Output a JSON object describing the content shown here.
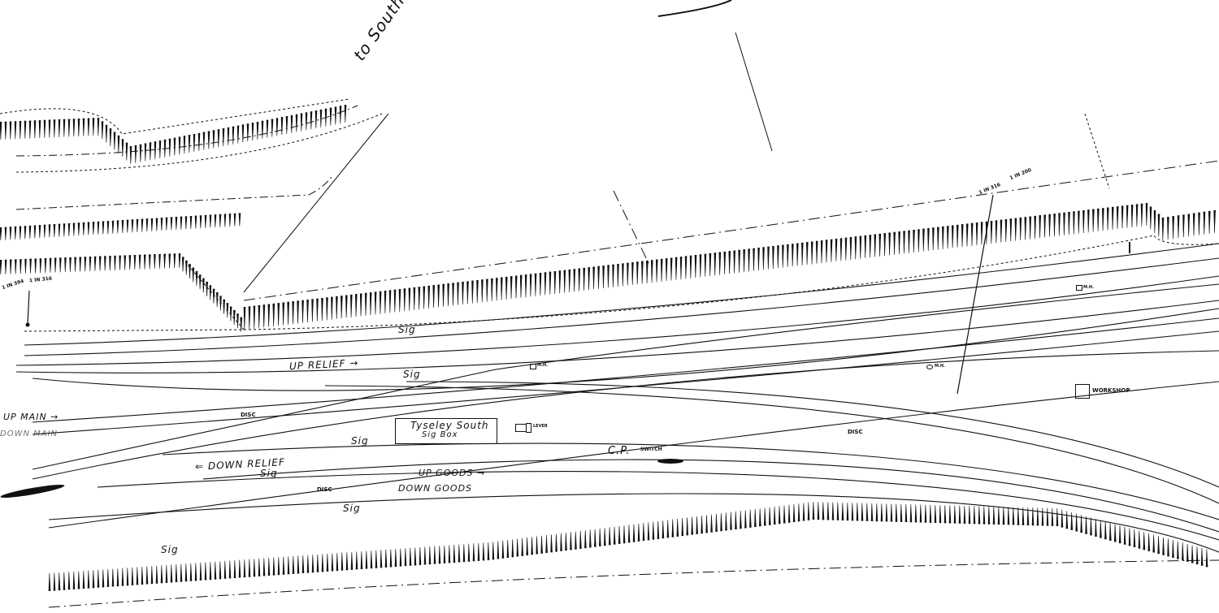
{
  "plan": {
    "labels": {
      "to_south_yardley": "to South Yardley",
      "up_relief": "UP RELIEF →",
      "up_main": "UP MAIN →",
      "down_main": "DOWN MAIN",
      "down_relief": "⇐ DOWN RELIEF",
      "up_goods": "UP GOODS →",
      "down_goods": "DOWN GOODS",
      "signal_box_line1": "Tyseley South",
      "signal_box_line2": "Sig Box",
      "cp": "C.P.",
      "switch": "SWITCH",
      "lever": "LEVER",
      "workshop": "WORKSHOP",
      "mh": "M.H.",
      "sig": "Sig",
      "disc": "DISC",
      "gradient_left_a": "1 IN 394",
      "gradient_left_b": "1 IN 316",
      "gradient_right_a": "1 IN 316",
      "gradient_right_b": "1 IN 200"
    },
    "colors": {
      "ink": "#111111",
      "paper": "#ffffff"
    }
  }
}
